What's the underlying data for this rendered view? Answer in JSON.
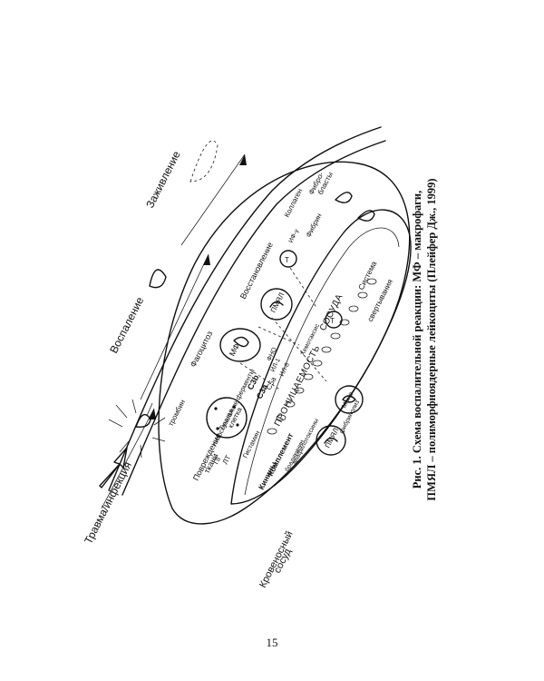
{
  "caption": {
    "line1": "Рис. 1. Схема воспалительной реакции: МФ – макрофаги,",
    "line2": "ПМЯЛ – полиморфноядерные лейкоциты (Плейфер Дж., 1999)"
  },
  "page_number": "15",
  "stages": {
    "trauma": "Травма/инфекция",
    "inflammation": "Воспаление",
    "healing": "Заживление"
  },
  "labels": {
    "blood_vessel_1": "Кровеносный",
    "blood_vessel_2": "сосуд",
    "tissue_damage_1": "Повреждение",
    "tissue_damage_2": "ткани",
    "thrombin": "тромбин",
    "lysosomal_enzymes": "лизосомальные ферменты",
    "phagocytosis": "Фагоцитоз",
    "restoration": "Восстановление",
    "collagen": "Коллаген",
    "fibroblasts_1": "Фибро-",
    "fibroblasts_2": "бласты",
    "fibrin": "Фибрин",
    "mast_cell_1": "Тучная",
    "mast_cell_2": "клетка",
    "histamine": "Гистамин",
    "pg": "ПГ",
    "lt": "ЛТ",
    "c3b": "С3b",
    "c3a": "С3а",
    "c5a": "С5а",
    "il1": "ИЛ-1",
    "il8": "ИЛ-8",
    "fno": "ФНО",
    "chemotaxis": "Хемотаксис",
    "mf": "МФ",
    "pmnl_1": "ПМЯЛ",
    "pmnl_2": "ПМЯЛ",
    "t1": "Т",
    "t2": "Т",
    "ifn": "ИФ-γ",
    "mono": "Моно",
    "permeability": "ПРОНИЦАЕМОСТЬ",
    "vessels": "СОСУДА",
    "kinins": "Кинины",
    "complement": "Комплемент",
    "clotting_system": "свертывания",
    "system": "Система",
    "bradykinin": "брадикинин",
    "anaphylotoxins": "анафилотоксины",
    "fibrinolysis": "фибринолиз"
  }
}
